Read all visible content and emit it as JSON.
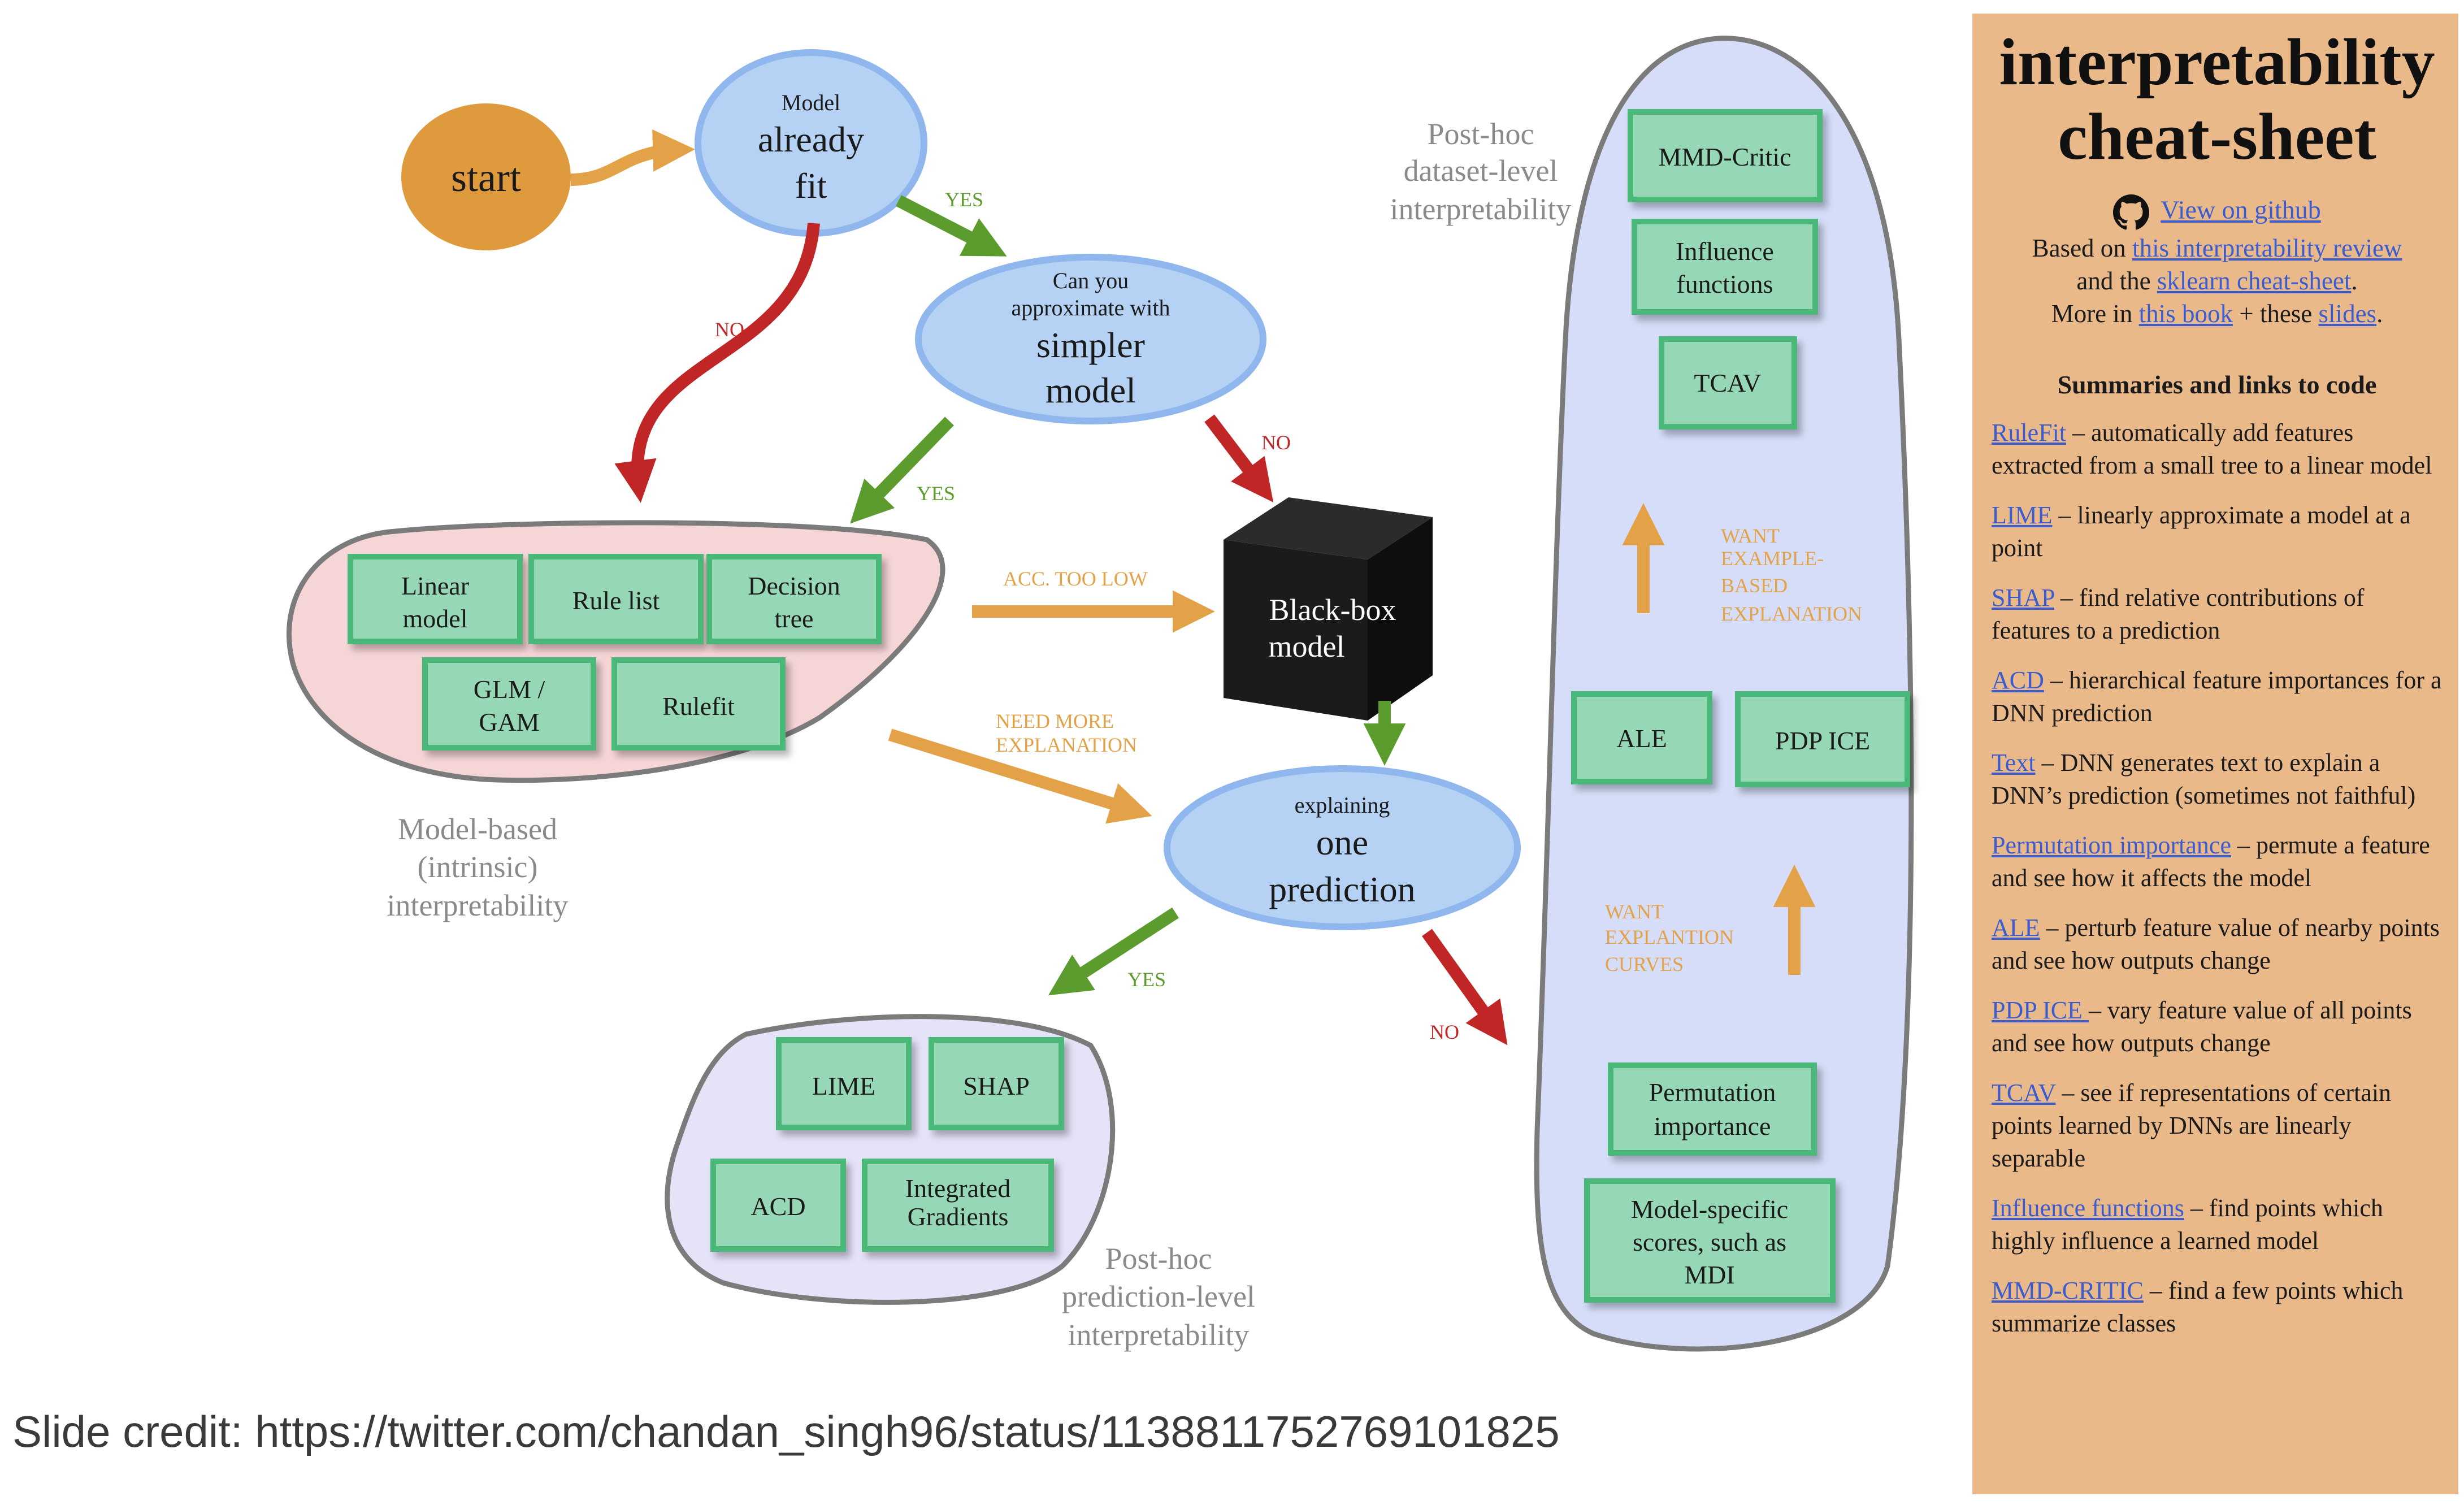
{
  "colors": {
    "start_fill": "#df9a3e",
    "question_fill": "#b5d2f5",
    "question_stroke": "#8fb7ee",
    "box_fill": "#96d8b6",
    "box_stroke": "#49b879",
    "black_box": "#1b1b1b",
    "yes_arrow": "#5c9c2e",
    "no_arrow": "#c02626",
    "orange_arrow": "#e3a247",
    "panel_bg": "#eab989",
    "link": "#3b5bd0"
  },
  "diagram": {
    "start": "start",
    "q1": {
      "small": "Model",
      "big1": "already",
      "big2": "fit"
    },
    "q2": {
      "small1": "Can you",
      "small2": "approximate with",
      "big1": "simpler",
      "big2": "model"
    },
    "q3": {
      "small": "explaining",
      "big1": "one",
      "big2": "prediction"
    },
    "black_box": {
      "line1": "Black-box",
      "line2": "model"
    },
    "labels": {
      "yes": "YES",
      "no": "NO",
      "acc_too_low": "ACC. TOO LOW",
      "need_more_1": "NEED MORE",
      "need_more_2": "EXPLANATION",
      "want_example_1": "WANT",
      "want_example_2": "EXAMPLE-",
      "want_example_3": "BASED",
      "want_example_4": "EXPLANATION",
      "want_curves_1": "WANT",
      "want_curves_2": "EXPLANTION",
      "want_curves_3": "CURVES"
    },
    "model_based": {
      "caption": [
        "Model-based",
        "(intrinsic)",
        "interpretability"
      ],
      "boxes": {
        "linear": [
          "Linear",
          "model"
        ],
        "rule_list": [
          "Rule list"
        ],
        "decision_tree": [
          "Decision",
          "tree"
        ],
        "glm": [
          "GLM /",
          "GAM"
        ],
        "rulefit": [
          "Rulefit"
        ]
      }
    },
    "prediction_level": {
      "caption": [
        "Post-hoc",
        "prediction-level",
        "interpretability"
      ],
      "boxes": {
        "lime": [
          "LIME"
        ],
        "shap": [
          "SHAP"
        ],
        "acd": [
          "ACD"
        ],
        "ig": [
          "Integrated",
          "Gradients"
        ]
      }
    },
    "dataset_level": {
      "caption": [
        "Post-hoc",
        "dataset-level",
        "interpretability"
      ],
      "boxes": {
        "mmd": [
          "MMD-Critic"
        ],
        "influence": [
          "Influence",
          "functions"
        ],
        "tcav": [
          "TCAV"
        ],
        "ale": [
          "ALE"
        ],
        "pdp": [
          "PDP ICE"
        ],
        "perm": [
          "Permutation",
          "importance"
        ],
        "mdi": [
          "Model-specific",
          "scores, such as",
          "MDI"
        ]
      }
    }
  },
  "credit": "Slide credit: https://twitter.com/chandan_singh96/status/1138811752769101825",
  "panel": {
    "title_line1": "interpretability",
    "title_line2": "cheat-sheet",
    "github_link": "View on github",
    "intro": {
      "l1_pre": "Based on ",
      "l1_link": "this interpretability review",
      "l2_pre": "and the ",
      "l2_link": "sklearn cheat-sheet",
      "l2_post": ".",
      "l3_pre": "More in ",
      "l3_link1": "this book",
      "l3_mid": " + these ",
      "l3_link2": "slides",
      "l3_post": "."
    },
    "summaries_title": "Summaries and links to code",
    "items": [
      {
        "name": "RuleFit",
        "desc": " – automatically add features extracted from a small tree to a linear model"
      },
      {
        "name": "LIME",
        "desc": " – linearly approximate a model at a point"
      },
      {
        "name": "SHAP",
        "desc": " – find relative contributions of features to a prediction"
      },
      {
        "name": "ACD",
        "desc": " – hierarchical feature importances for a DNN prediction"
      },
      {
        "name": "Text",
        "desc": " – DNN generates text to explain a DNN’s prediction (sometimes not faithful)"
      },
      {
        "name": "Permutation importance",
        "desc": " – permute a feature and see how it affects the model"
      },
      {
        "name": "ALE",
        "desc": " – perturb feature value of nearby points and see how outputs change"
      },
      {
        "name": "PDP ICE ",
        "desc": "– vary feature value of all points and see how outputs change"
      },
      {
        "name": "TCAV",
        "desc": " – see if representations of certain points learned by DNNs are linearly separable"
      },
      {
        "name": "Influence functions",
        "desc": " – find points which highly influence a learned model"
      },
      {
        "name": "MMD-CRITIC",
        "desc": " – find a few points which summarize classes"
      }
    ]
  }
}
